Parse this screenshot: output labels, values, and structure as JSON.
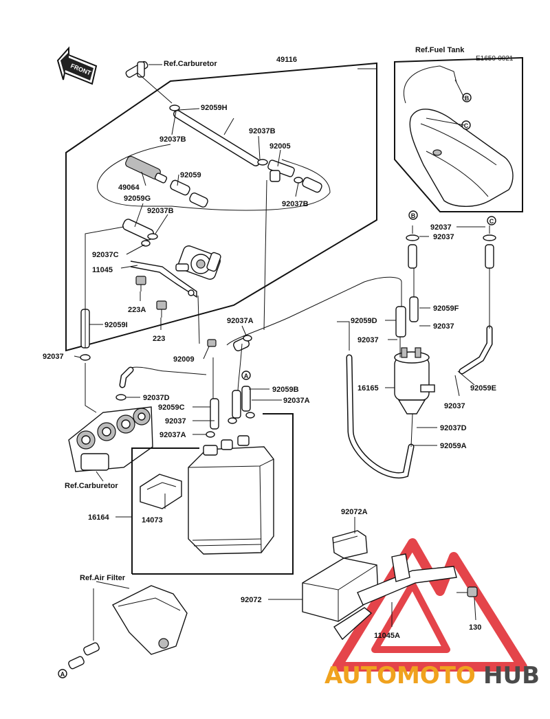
{
  "diagram": {
    "code": "E1650-0021",
    "front_arrow": "FRONT",
    "refs": {
      "carburetor_top": "Ref.Carburetor",
      "carburetor_bottom": "Ref.Carburetor",
      "fuel_tank": "Ref.Fuel Tank",
      "air_filter": "Ref.Air Filter"
    },
    "circle_labels": {
      "a": "A",
      "b": "B",
      "c": "C"
    },
    "parts": {
      "p49116": "49116",
      "p92059H": "92059H",
      "p92037B_1": "92037B",
      "p92037B_2": "92037B",
      "p92037B_3": "92037B",
      "p92037B_4": "92037B",
      "p92005": "92005",
      "p49064": "49064",
      "p92059": "92059",
      "p92059G": "92059G",
      "p92037C": "92037C",
      "p11045": "11045",
      "p223A": "223A",
      "p223": "223",
      "p92059I": "92059I",
      "p92037_left": "92037",
      "p92037A_1": "92037A",
      "p92009": "92009",
      "p92037D_1": "92037D",
      "p92059B": "92059B",
      "p92059C": "92059C",
      "p92037A_2": "92037A",
      "p92037_mid": "92037",
      "p92037A_3": "92037A",
      "p16164": "16164",
      "p14073": "14073",
      "p92037_r1": "92037",
      "p92037_r2": "92037",
      "p92059F": "92059F",
      "p92037_r3": "92037",
      "p92059D": "92059D",
      "p92037_r4": "92037",
      "p16165": "16165",
      "p92059E": "92059E",
      "p92037_r5": "92037",
      "p92037D_2": "92037D",
      "p92059A": "92059A",
      "p92072A": "92072A",
      "p92072": "92072",
      "p11045A": "11045A",
      "p130": "130"
    },
    "watermark": {
      "part1": "AUTOMOTO",
      "part2": "HUB"
    }
  },
  "colors": {
    "ink": "#111111",
    "watermark_red": "#e0242b",
    "watermark_orange": "#f0a21e",
    "watermark_gray": "#4a4a4a"
  }
}
